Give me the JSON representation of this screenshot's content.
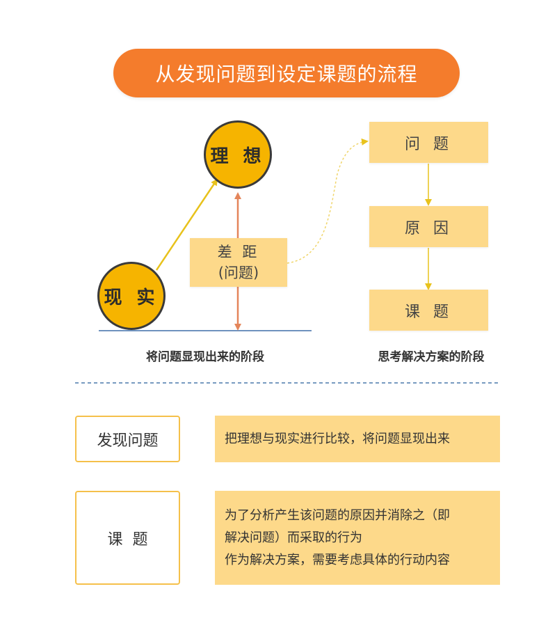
{
  "title": "从发现问题到设定课题的流程",
  "diagram": {
    "ideal": "理 想",
    "reality": "现 实",
    "gap_line1": "差 距",
    "gap_line2": "(问题)",
    "caption_left": "将问题显现出来的阶段",
    "caption_right": "思考解决方案的阶段",
    "flow": [
      "问 题",
      "原 因",
      "课 题"
    ]
  },
  "definitions": [
    {
      "term": "发现问题",
      "lines": [
        "把理想与现实进行比较，将问题显现出来"
      ]
    },
    {
      "term": "课  题",
      "lines": [
        "为了分析产生该问题的原因并消除之（即",
        "解决问题）而采取的行为",
        "作为解决方案，需要考虑具体的行动内容"
      ]
    }
  ],
  "colors": {
    "title_bg": "#f47c2c",
    "circle_fill": "#f6b400",
    "box_fill": "#fdd98a",
    "arrow_yellow": "#e8c21c",
    "arrow_orange": "#e4855a",
    "baseline_blue": "#3f6fa8",
    "divider_blue": "#4a78ab"
  }
}
